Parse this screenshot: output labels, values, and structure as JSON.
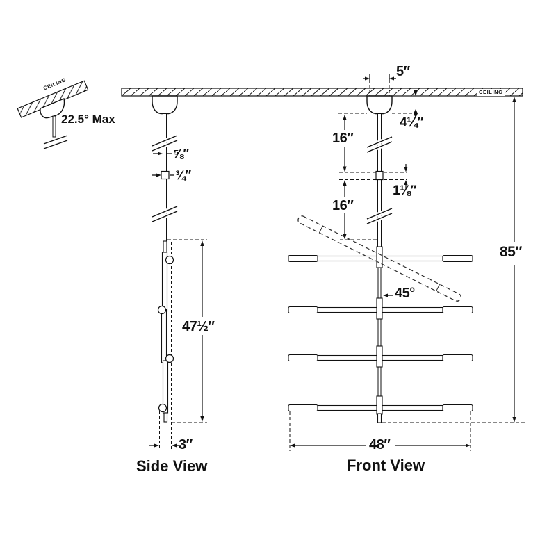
{
  "mount_detail": {
    "ceiling_label": "CEILING",
    "max_angle": "22.5° Max"
  },
  "ceiling": {
    "label": "CEILING"
  },
  "side_view": {
    "title": "Side View",
    "dimensions": {
      "rod_diameter": "⅝″",
      "coupler_width": "¾″",
      "stem_length": "47½″",
      "arm_depth": "3″"
    }
  },
  "front_view": {
    "title": "Front View",
    "dimensions": {
      "canopy_width": "5″",
      "canopy_drop": "4¼″",
      "upper_stem": "16″",
      "coupler_length": "1⅛″",
      "lower_stem": "16″",
      "arm_swivel": "45°",
      "fixture_width": "48″",
      "overall_drop": "85″"
    }
  }
}
